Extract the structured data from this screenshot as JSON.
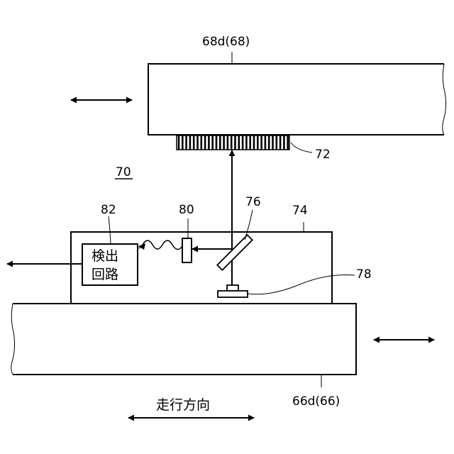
{
  "labels": {
    "upper_member": "68d(68)",
    "scale": "72",
    "assembly": "70",
    "detector": "82",
    "receiver": "80",
    "mirror": "76",
    "head": "74",
    "light_source": "78",
    "lower_member": "66d(66)"
  },
  "detection_circuit": {
    "line1": "検出",
    "line2": "回路"
  },
  "travel_direction": "走行方向",
  "colors": {
    "stroke": "#000000",
    "background": "#ffffff"
  }
}
